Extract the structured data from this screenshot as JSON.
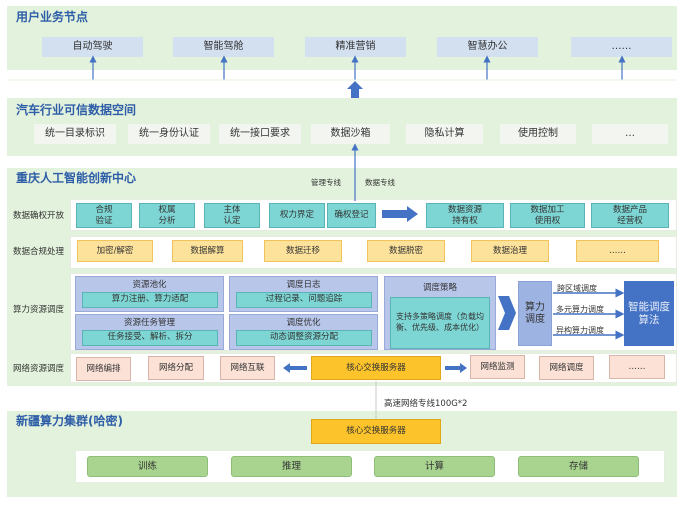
{
  "user_layer": {
    "title": "用户业务节点",
    "nodes": [
      "自动驾驶",
      "智能驾舱",
      "精准营销",
      "智慧办公",
      "……"
    ]
  },
  "data_space": {
    "title": "汽车行业可信数据空间",
    "items": [
      "统一目录标识",
      "统一身份认证",
      "统一接口要求",
      "数据沙箱",
      "隐私计算",
      "使用控制",
      "…"
    ]
  },
  "innovation_center": {
    "title": "重庆人工智能创新中心",
    "mgmt_line": "管理专线",
    "data_line": "数据专线",
    "rows": {
      "rights": {
        "label": "数据确权开放",
        "steps": [
          "合规\n验证",
          "权属\n分析",
          "主体\n认定",
          "权力界定",
          "确权登记"
        ],
        "results": [
          "数据资源\n持有权",
          "数据加工\n使用权",
          "数据产品\n经营权"
        ]
      },
      "compliance": {
        "label": "数据合规处理",
        "items": [
          "加密/解密",
          "数据解算",
          "数据迁移",
          "数据脱密",
          "数据治理",
          "……"
        ]
      },
      "compute": {
        "label": "算力资源调度",
        "blocks": [
          {
            "title": "资源池化",
            "content": "算力注册、算力适配"
          },
          {
            "title": "调度日志",
            "content": "过程记录、问题追踪"
          },
          {
            "title": "资源任务管理",
            "content": "任务接受、解析、拆分"
          },
          {
            "title": "调度优化",
            "content": "动态调整资源分配"
          }
        ],
        "strategy": {
          "title": "调度策略",
          "content": "支持多策略调度（负载均\n衡、优先级、成本优化）"
        },
        "scheduler": "算力\n调度",
        "branches": [
          "跨区域调度",
          "多元算力调度",
          "异构算力调度"
        ],
        "algorithm": "智能调度\n算法"
      },
      "network": {
        "label": "网络资源调度",
        "left_items": [
          "网络编排",
          "网络分配",
          "网络互联"
        ],
        "core_switch": "核心交换服务器",
        "right_items": [
          "网络监测",
          "网络调度",
          "……"
        ]
      }
    },
    "link_label": "高速网络专线100G*2"
  },
  "xinjiang_cluster": {
    "title": "新疆算力集群(哈密)",
    "core_switch": "核心交换服务器",
    "items": [
      "训练",
      "推理",
      "计算",
      "存储"
    ]
  },
  "colors": {
    "panel_bg": "#e3f2dc",
    "title_blue": "#2f5ea8",
    "arrow_blue": "#4472c4",
    "teal": "#7dd6d4",
    "yellow": "#fde29b",
    "orange": "#fcc32a",
    "pink": "#fbe1d6",
    "green": "#a9d48f",
    "purple": "#b8c6ea",
    "algorithm_blue": "#4472c4"
  }
}
